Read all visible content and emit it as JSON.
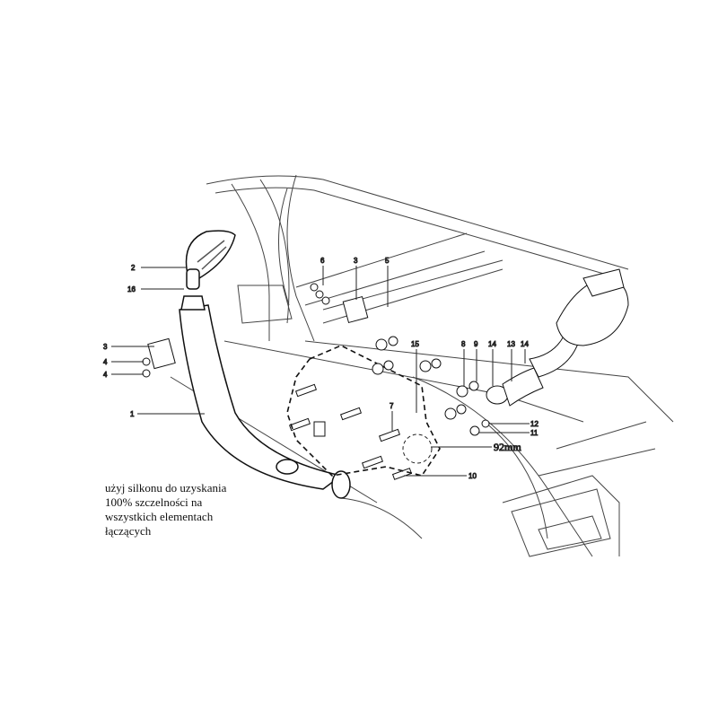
{
  "diagram": {
    "callouts": {
      "snorkel_head": "2",
      "clamp_head": "16",
      "bracket_left": "3",
      "bolt_left_a": "4",
      "bolt_left_b": "4",
      "snorkel_body": "1",
      "nut_top": "6",
      "bracket_top": "3",
      "screw_top": "5",
      "template": "15",
      "washer": "8",
      "nut": "9",
      "clamp_a": "14",
      "hose": "13",
      "clamp_b": "14",
      "nut_small": "12",
      "washer_small": "11",
      "stud": "7",
      "hole_size": "92mm",
      "stud_b": "10"
    },
    "note_lines": [
      "użyj silkonu do uzyskania",
      "100% szczelności na",
      "wszystkich elementach",
      "łączących"
    ]
  }
}
